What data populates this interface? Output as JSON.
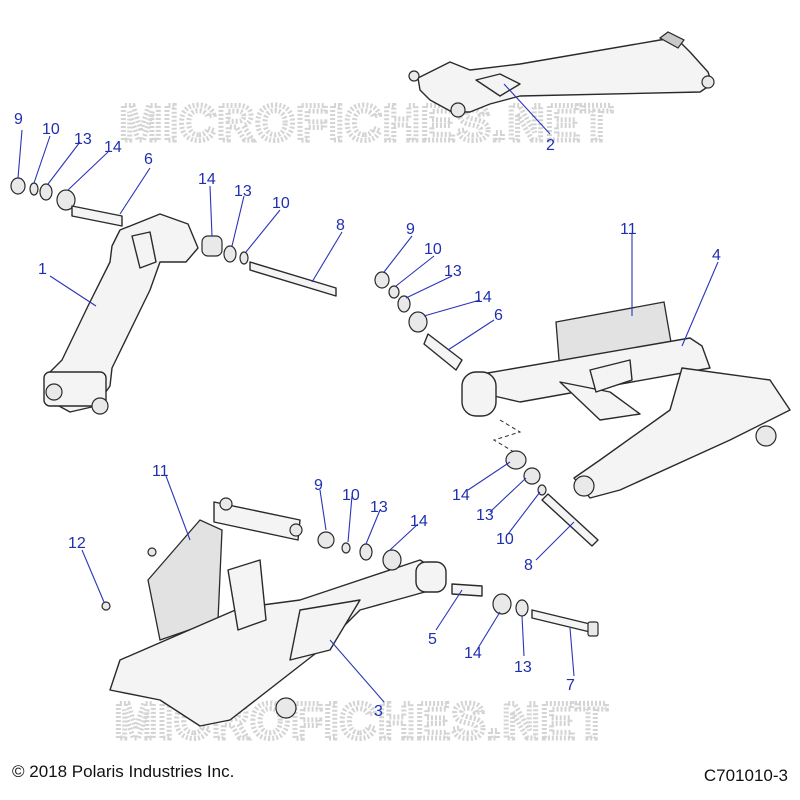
{
  "watermark": "MICROFICHES.NET",
  "copyright": "© 2018 Polaris Industries Inc.",
  "drawing_code": "C701010-3",
  "callouts": [
    "9",
    "10",
    "13",
    "14",
    "6",
    "14",
    "13",
    "10",
    "8",
    "1",
    "2",
    "9",
    "10",
    "13",
    "14",
    "6",
    "11",
    "4",
    "14",
    "13",
    "10",
    "8",
    "11",
    "9",
    "10",
    "13",
    "14",
    "12",
    "5",
    "14",
    "13",
    "7",
    "3"
  ]
}
